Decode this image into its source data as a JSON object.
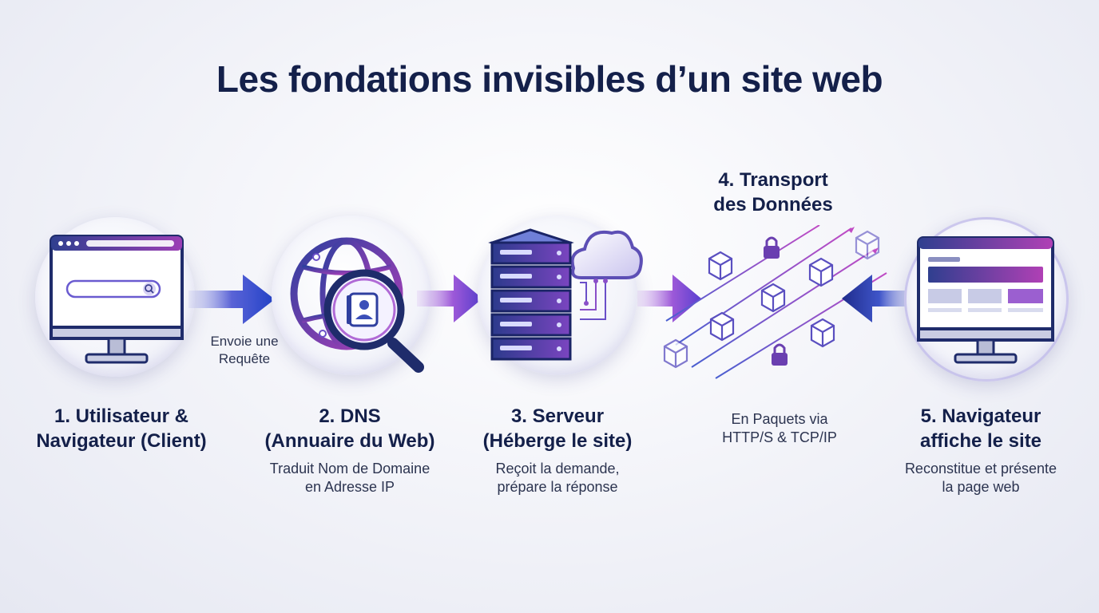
{
  "title": "Les fondations invisibles d’un site web",
  "request_label": [
    "Envoie une",
    "Requête"
  ],
  "steps": [
    {
      "title": [
        "1. Utilisateur &",
        "Navigateur (Client)"
      ],
      "desc": [],
      "icon": "browser-monitor-icon"
    },
    {
      "title": [
        "2. DNS",
        "(Annuaire du Web)"
      ],
      "desc": [
        "Traduit Nom de Domaine",
        "en Adresse IP"
      ],
      "icon": "globe-magnifier-icon"
    },
    {
      "title": [
        "3. Serveur",
        "(Héberge le site)"
      ],
      "desc": [
        "Reçoit la demande,",
        "prépare la réponse"
      ],
      "icon": "server-cloud-icon"
    },
    {
      "title": [
        "4. Transport",
        "des Données"
      ],
      "desc": [
        "En Paquets via",
        "HTTP/S & TCP/IP"
      ],
      "icon": "data-packets-icon"
    },
    {
      "title": [
        "5. Navigateur",
        "affiche le site"
      ],
      "desc": [
        "Reconstitue et présente",
        "la page web"
      ],
      "icon": "webpage-monitor-icon"
    }
  ],
  "colors": {
    "navy": "#14204a",
    "blue": "#3b5bdb",
    "purple": "#8e44ad",
    "magenta": "#c04bc4"
  }
}
